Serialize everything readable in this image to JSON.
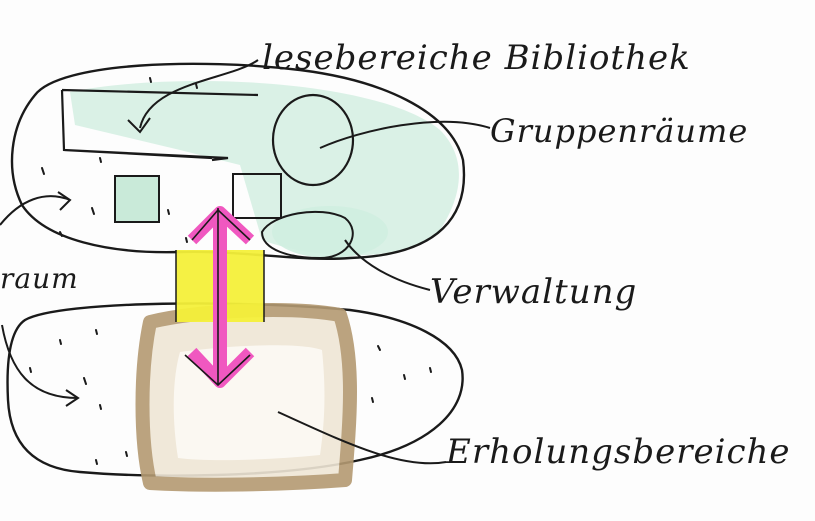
{
  "labels": {
    "lesebereiche": "lesebereiche Bibliothek",
    "gruppenraeume": "Gruppenräume",
    "raum": "raum",
    "verwaltung": "Verwaltung",
    "erholungsbereiche": "Erholungsbereiche"
  },
  "colors": {
    "ink": "#1a1a1a",
    "mint": "#cfeee0",
    "yellow": "#f4f03a",
    "magenta": "#f058c0",
    "tan": "#b49a72",
    "paper": "#fdfdfd"
  }
}
